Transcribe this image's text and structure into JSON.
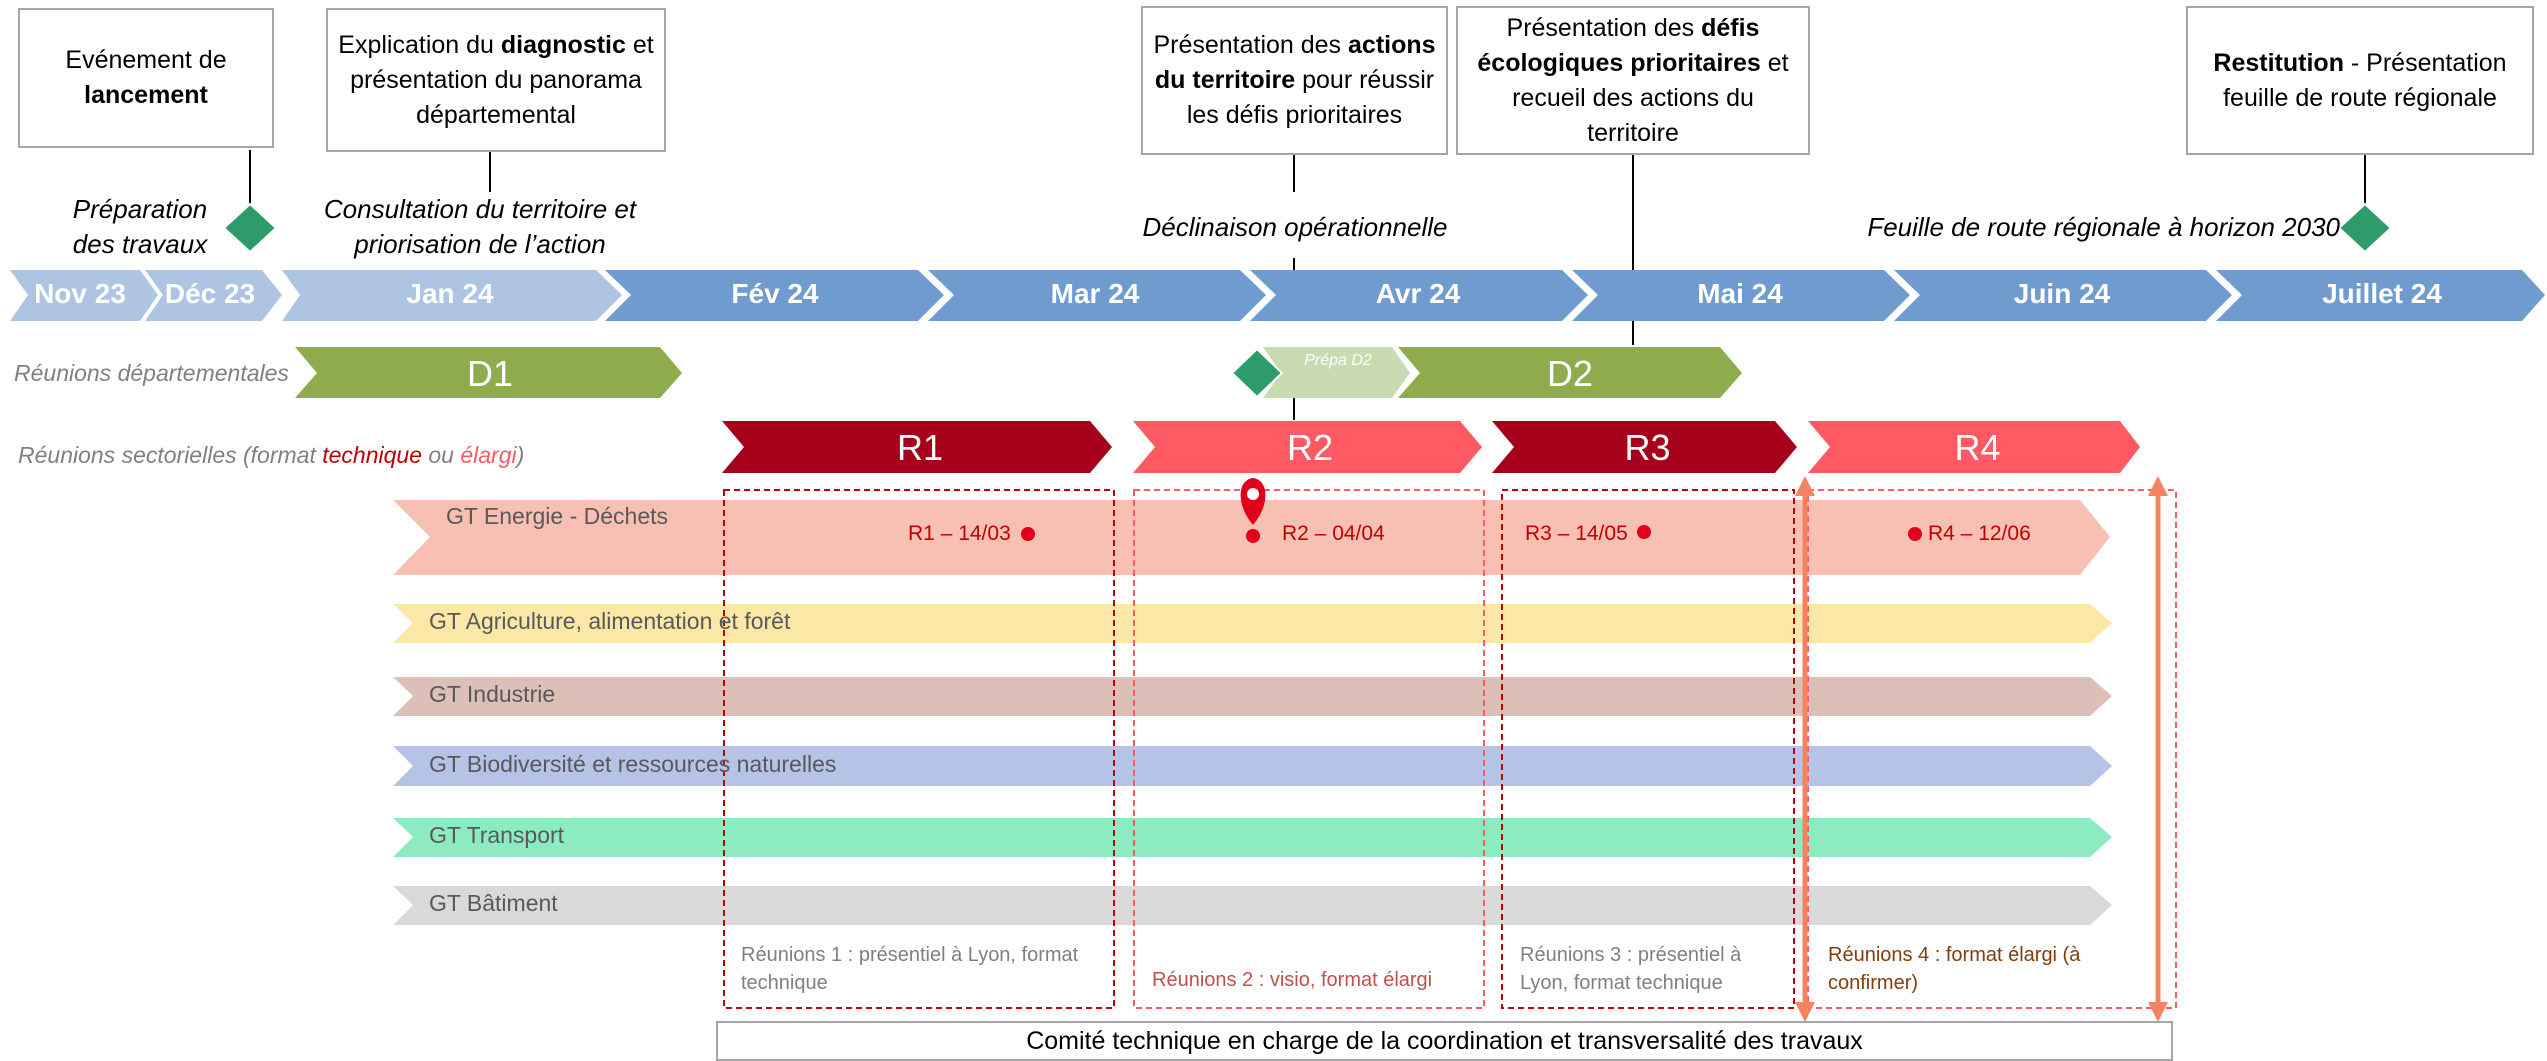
{
  "callouts": [
    {
      "pre": "Evénement de ",
      "bold": "lancement",
      "post": ""
    },
    {
      "pre": "Explication du ",
      "bold": "diagnostic",
      "post": " et présentation du panorama départemental"
    },
    {
      "pre": "Présentation des ",
      "bold": "actions du territoire",
      "post": " pour réussir les défis prioritaires"
    },
    {
      "pre": "Présentation des ",
      "bold": "défis écologiques prioritaires",
      "post": " et recueil des actions du territoire"
    },
    {
      "pre": "",
      "bold": "Restitution",
      "post": " - Présentation feuille de route régionale"
    }
  ],
  "phases": {
    "preparation": "Préparation des travaux",
    "consultation": "Consultation du territoire et priorisation de l’action",
    "declinaison": "Déclinaison opérationnelle",
    "feuille": "Feuille de route régionale à horizon 2030"
  },
  "months": [
    "Nov 23",
    "Déc 23",
    "Jan 24",
    "Fév 24",
    "Mar 24",
    "Avr 24",
    "Mai 24",
    "Juin 24",
    "Juillet 24"
  ],
  "departmental": {
    "label": "Réunions départementales",
    "d1": "D1",
    "prepa": "Prépa D2",
    "d2": "D2"
  },
  "sectoral": {
    "label_pre": "Réunions sectorielles (format ",
    "label_technique": "technique",
    "label_mid": " ou ",
    "label_elargi": "élargi",
    "label_post": ")",
    "rounds": [
      "R1",
      "R2",
      "R3",
      "R4"
    ]
  },
  "groups": [
    "GT Energie - Déchets",
    "GT Agriculture, alimentation et forêt",
    "GT Industrie",
    "GT Biodiversité et ressources naturelles",
    "GT Transport",
    "GT Bâtiment"
  ],
  "meetings": [
    "R1 – 14/03",
    "R2 – 04/04",
    "R3 – 14/05",
    "R4 – 12/06"
  ],
  "notes": [
    "Réunions 1 : présentiel à Lyon, format technique",
    "Réunions 2 : visio, format élargi",
    "Réunions 3 : présentiel à Lyon, format technique",
    "Réunions 4 : format élargi (à confirmer)"
  ],
  "comite": "Comité technique en charge de la coordination et transversalité des travaux",
  "colors": {
    "month_light": "#adc5e3",
    "month_dark": "#6f9bcf",
    "green_dark": "#8fac4c",
    "green_light": "#c9dbb0",
    "milestone": "#2e9c6a",
    "r_dark": "#a6001a",
    "r_light": "#ff5a64",
    "gt_energie": "#f8c0b2",
    "gt_agri": "#fbe8a6",
    "gt_industrie": "#dcc0b8",
    "gt_biodiv": "#b5c4e6",
    "gt_transport": "#8debc2",
    "gt_batiment": "#d9d9d9"
  }
}
